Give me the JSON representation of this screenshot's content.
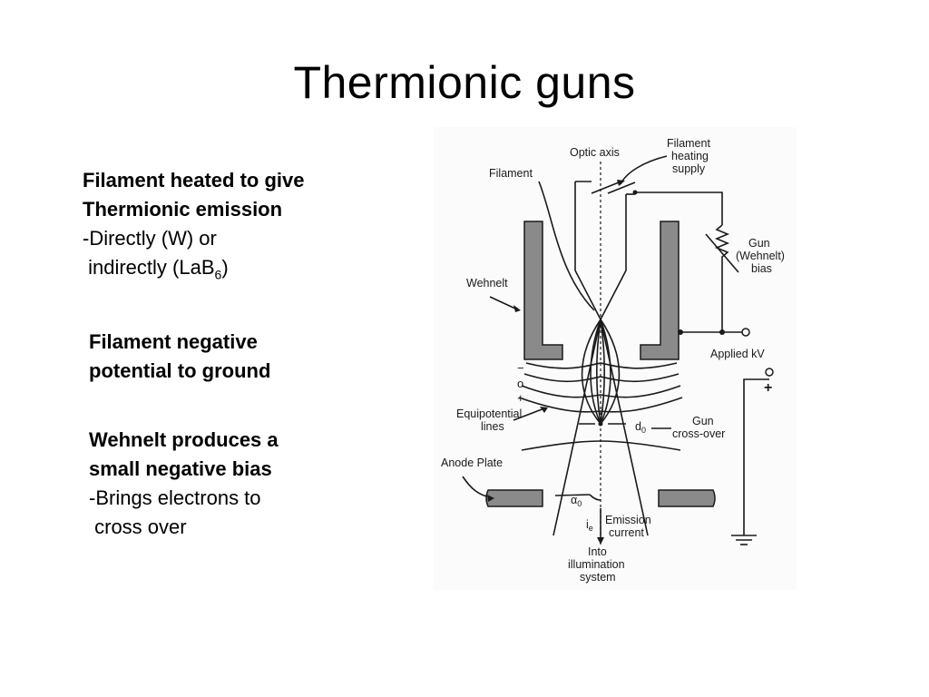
{
  "slide": {
    "title": "Thermionic guns",
    "block1": {
      "line1": "Filament heated to give",
      "line2": "Thermionic emission",
      "line3": "-Directly (W) or",
      "line4a": " indirectly (LaB",
      "line4sub": "6",
      "line4b": ")"
    },
    "block2": {
      "line1": "Filament negative",
      "line2": "potential to ground"
    },
    "block3": {
      "line1": "Wehnelt produces a",
      "line2": "small negative bias",
      "line3": "-Brings electrons to",
      "line4": " cross over"
    }
  },
  "diagram": {
    "optic_axis": "Optic axis",
    "filament": "Filament",
    "heating_1": "Filament",
    "heating_2": "heating",
    "heating_3": "supply",
    "gun_bias_1": "Gun",
    "gun_bias_2": "(Wehnelt)",
    "gun_bias_3": "bias",
    "wehnelt": "Wehnelt",
    "applied_kv": "Applied kV",
    "minus": "−",
    "o": "o",
    "plus": "+",
    "equip_1": "Equipotential",
    "equip_2": "lines",
    "d0": "d",
    "d0_sub": "0",
    "crossover_1": "Gun",
    "crossover_2": "cross-over",
    "anode": "Anode Plate",
    "alpha": "α",
    "alpha_sub": "0",
    "ie": "i",
    "ie_sub": "e",
    "emission_1": "Emission",
    "emission_2": "current",
    "into_1": "Into",
    "into_2": "illumination",
    "into_3": "system",
    "plus_right": "+"
  }
}
